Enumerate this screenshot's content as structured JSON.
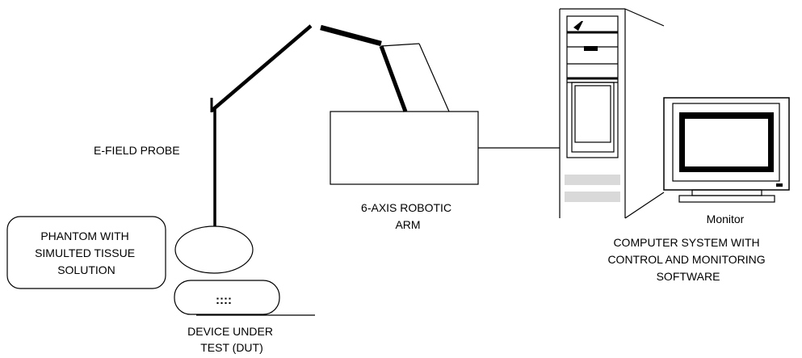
{
  "labels": {
    "probe": "E-FIELD PROBE",
    "phantom": [
      "PHANTOM WITH",
      "SIMULTED TISSUE",
      "SOLUTION"
    ],
    "dut_screen": "::::",
    "dut": [
      "DEVICE UNDER",
      "TEST (DUT)"
    ],
    "robot": [
      "6-AXIS ROBOTIC",
      "ARM"
    ],
    "monitor": "Monitor",
    "computer": [
      "COMPUTER SYSTEM WITH",
      "CONTROL AND MONITORING",
      "SOFTWARE"
    ]
  },
  "colors": {
    "ink": "#000000",
    "drive_slot": "#d9d9d9"
  }
}
